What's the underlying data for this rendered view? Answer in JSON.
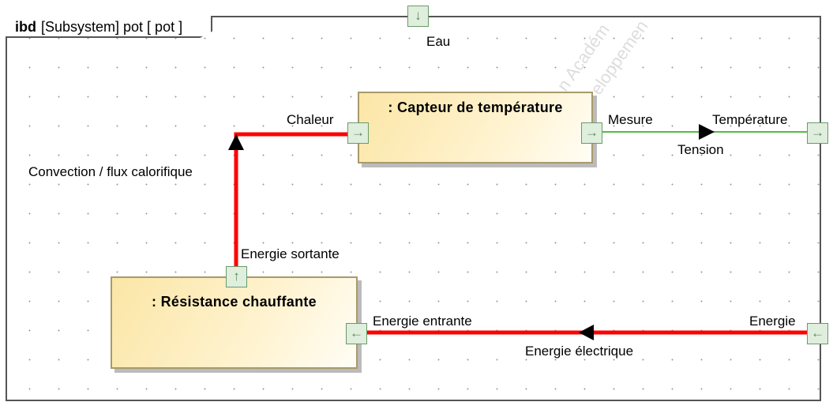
{
  "frame": {
    "kind": "ibd",
    "title": "[Subsystem] pot [ pot ]"
  },
  "watermark": [
    "n Académ",
    "eloppemen"
  ],
  "blocks": {
    "capteur": ": Capteur de température",
    "resistance": ": Résistance chauffante"
  },
  "ports": {
    "eau": "Eau",
    "chaleur": "Chaleur",
    "mesure": "Mesure",
    "temperature": "Température",
    "energie_sortante": "Energie sortante",
    "energie_entrante": "Energie entrante",
    "energie": "Energie"
  },
  "flows": {
    "convection": "Convection / flux calorifique",
    "tension": "Tension",
    "energie_electrique": "Energie électrique"
  },
  "colors": {
    "energy_flow": "#ff0000",
    "signal_flow": "#55bb44"
  }
}
